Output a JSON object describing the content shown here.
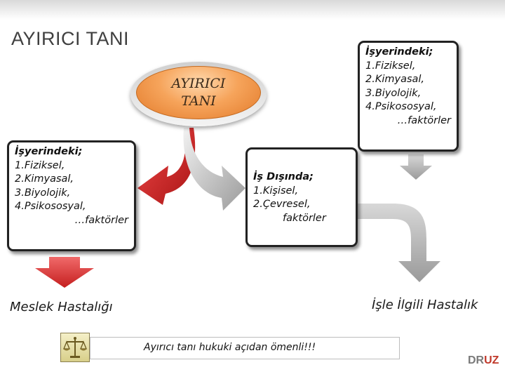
{
  "title": "AYIRICI TANI",
  "center_oval": "AYIRICI\nTANI",
  "left_box": {
    "heading": "İşyerindeki;",
    "items": [
      "1.Fiziksel,",
      "2.Kimyasal,",
      "3.Biyolojik,",
      "4.Psikososyal,"
    ],
    "footer": "…faktörler"
  },
  "middle_box": {
    "heading": "İş Dışında;",
    "items": [
      "1.Kişisel,",
      "2.Çevresel,"
    ],
    "footer": "faktörler"
  },
  "top_right_box": {
    "heading": "İşyerindeki;",
    "items": [
      "1.Fiziksel,",
      "2.Kimyasal,",
      "3.Biyolojik,",
      "4.Psikososyal,"
    ],
    "footer": "…faktörler"
  },
  "outcomes": {
    "left": "Meslek Hastalığı",
    "right": "İşle İlgili Hastalık"
  },
  "note": "Ayırıcı tanı hukuki açıdan ömenli!!!",
  "brand": {
    "part1": "DR",
    "part2": "UZ"
  },
  "icons": {
    "scale": "scale-of-justice-icon"
  },
  "colors": {
    "red_arrow": "#d32f2f",
    "gray_arrow": "#b5b5b5",
    "oval": "#f29a4a"
  }
}
